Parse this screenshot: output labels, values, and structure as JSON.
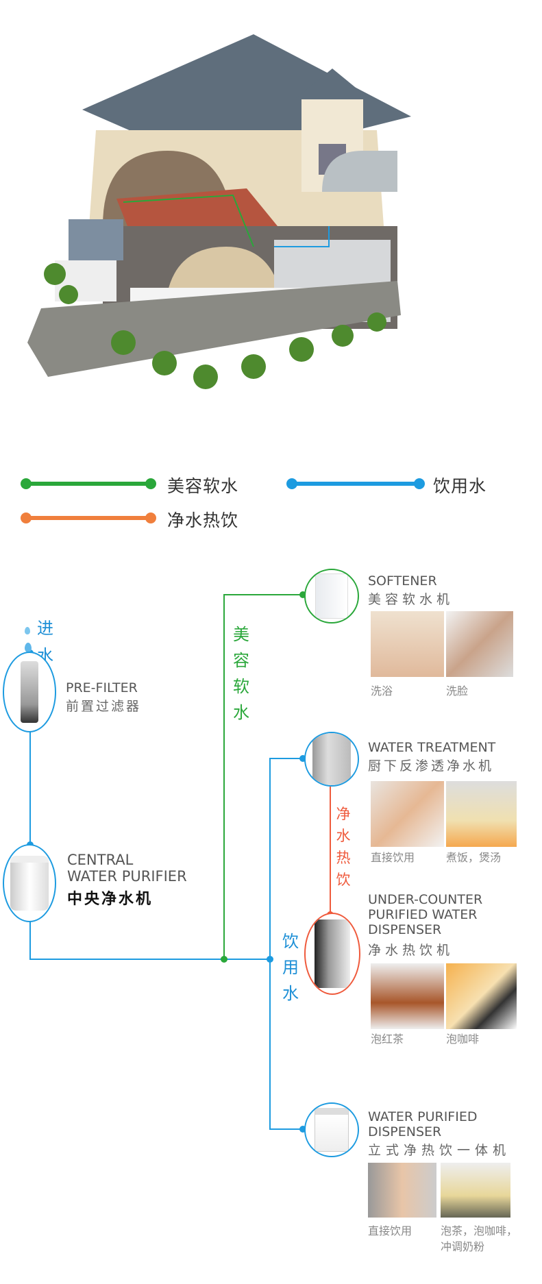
{
  "legend": [
    {
      "label": "美容软水",
      "color": "#2aa73a"
    },
    {
      "label": "饮用水",
      "color": "#1d9be0"
    },
    {
      "label": "净水热饮",
      "color": "#f07f3c"
    }
  ],
  "inlet": {
    "label1": "进",
    "label2": "水"
  },
  "flow_labels": {
    "softening": [
      "美",
      "容",
      "软",
      "水"
    ],
    "drinking": [
      "饮",
      "用",
      "水"
    ],
    "hot": [
      "净",
      "水",
      "热",
      "饮"
    ]
  },
  "prefilter": {
    "en": "PRE-FILTER",
    "cn": "前置过滤器"
  },
  "central": {
    "en1": "CENTRAL",
    "en2": "WATER PURIFIER",
    "cn": "中央净水机"
  },
  "softener": {
    "en": "SOFTENER",
    "cn": "美容软水机",
    "captions": [
      "洗浴",
      "洗脸"
    ]
  },
  "treatment": {
    "en": "WATER TREATMENT",
    "cn": "厨下反渗透净水机",
    "captions": [
      "直接饮用",
      "煮饭，煲汤"
    ]
  },
  "undercounter": {
    "en1": "UNDER-COUNTER",
    "en2": "PURIFIED WATER",
    "en3": "DISPENSER",
    "cn": "净水热饮机",
    "captions": [
      "泡红茶",
      "泡咖啡"
    ]
  },
  "dispenser": {
    "en1": "WATER PURIFIED",
    "en2": "DISPENSER",
    "cn": "立式净热饮一体机",
    "captions": [
      "直接饮用",
      "泡茶，泡咖啡，",
      "冲调奶粉"
    ]
  }
}
